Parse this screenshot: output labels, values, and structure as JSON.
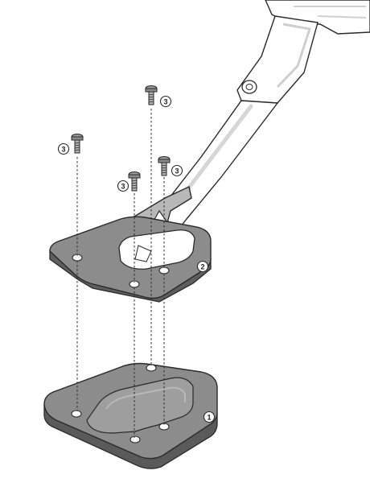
{
  "callouts": {
    "base_plate": "1",
    "adapter_plate": "2",
    "screw": "3"
  },
  "colors": {
    "line": "#2a2a2a",
    "plate_fill": "#8a8a8a",
    "plate_top": "#a3a3a3",
    "stand_fill": "#ffffff",
    "stand_shade": "#d9d9d9",
    "screw_fill": "#9a9a9a"
  }
}
